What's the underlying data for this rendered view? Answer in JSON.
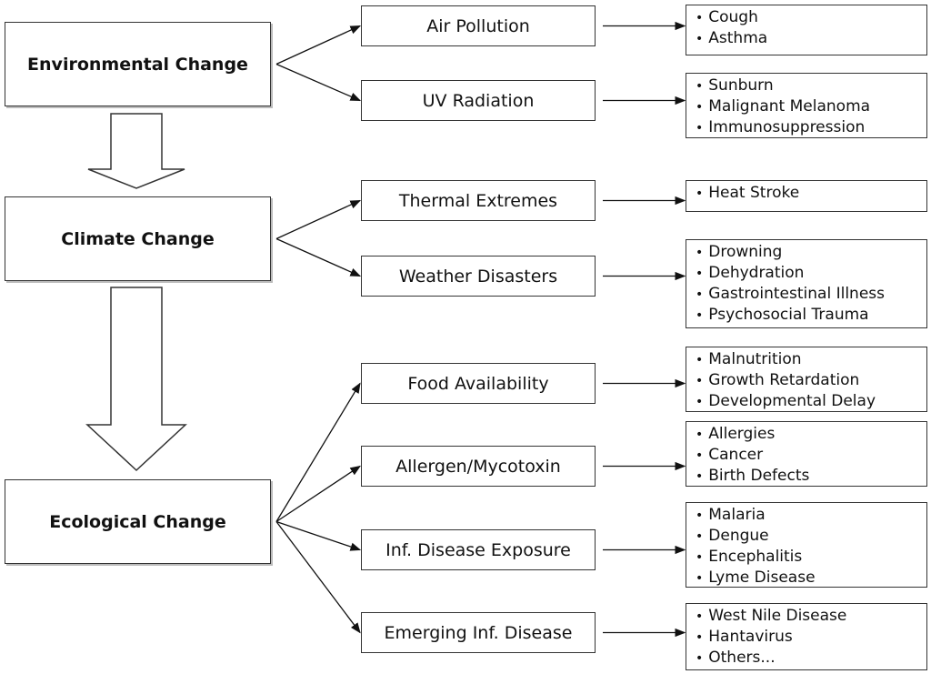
{
  "drivers": [
    {
      "id": "env",
      "label": "Environmental Change"
    },
    {
      "id": "clim",
      "label": "Climate Change"
    },
    {
      "id": "eco",
      "label": "Ecological Change"
    }
  ],
  "pathways": [
    {
      "id": "air",
      "label": "Air Pollution",
      "outcomes": [
        "Cough",
        "Asthma"
      ]
    },
    {
      "id": "uv",
      "label": "UV Radiation",
      "outcomes": [
        "Sunburn",
        "Malignant Melanoma",
        "Immunosuppression"
      ]
    },
    {
      "id": "thermal",
      "label": "Thermal Extremes",
      "outcomes": [
        "Heat Stroke"
      ]
    },
    {
      "id": "weather",
      "label": "Weather Disasters",
      "outcomes": [
        "Drowning",
        "Dehydration",
        "Gastrointestinal Illness",
        "Psychosocial Trauma"
      ]
    },
    {
      "id": "food",
      "label": "Food Availability",
      "outcomes": [
        "Malnutrition",
        "Growth Retardation",
        "Developmental Delay"
      ]
    },
    {
      "id": "allergen",
      "label": "Allergen/Mycotoxin",
      "outcomes": [
        "Allergies",
        "Cancer",
        "Birth Defects"
      ]
    },
    {
      "id": "infexp",
      "label": "Inf. Disease Exposure",
      "outcomes": [
        "Malaria",
        "Dengue",
        "Encephalitis",
        "Lyme Disease"
      ]
    },
    {
      "id": "emerging",
      "label": "Emerging Inf. Disease",
      "outcomes": [
        "West Nile Disease",
        "Hantavirus",
        "Others..."
      ]
    }
  ]
}
